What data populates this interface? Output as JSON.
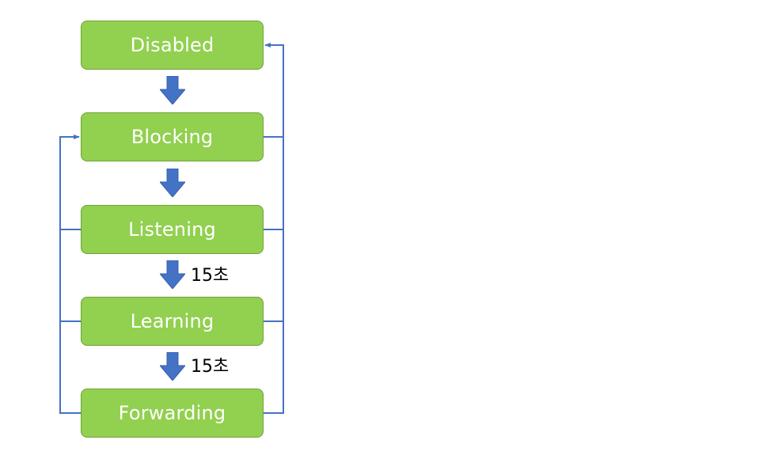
{
  "states": [
    {
      "label": "Disabled"
    },
    {
      "label": "Blocking"
    },
    {
      "label": "Listening"
    },
    {
      "label": "Learning"
    },
    {
      "label": "Forwarding"
    }
  ],
  "transitions": [
    {
      "from": "Disabled",
      "to": "Blocking",
      "label": ""
    },
    {
      "from": "Blocking",
      "to": "Listening",
      "label": ""
    },
    {
      "from": "Listening",
      "to": "Learning",
      "label": "15초"
    },
    {
      "from": "Learning",
      "to": "Forwarding",
      "label": "15초"
    }
  ],
  "colors": {
    "state_fill": "#92d050",
    "state_border": "#6fa336",
    "state_text": "#ffffff",
    "arrow_fill": "#4472c4",
    "connector_line": "#4472c4"
  }
}
